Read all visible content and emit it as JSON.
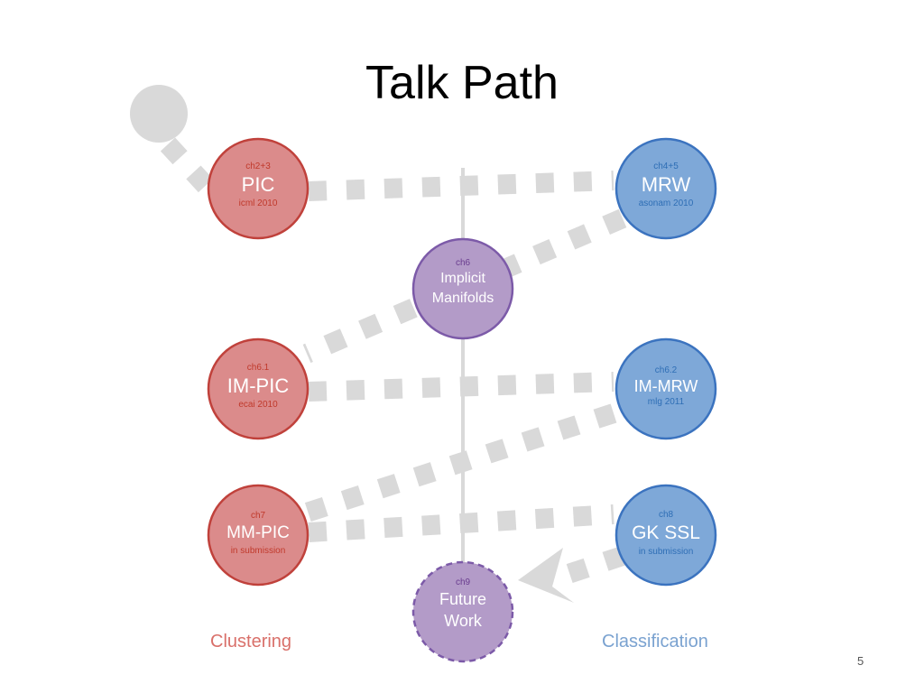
{
  "slide": {
    "title": "Talk Path",
    "page_number": "5",
    "clustering_label": "Clustering",
    "classification_label": "Classification"
  },
  "colors": {
    "red_fill": "#db8b8b",
    "red_stroke": "#c0413b",
    "blue_fill": "#7ea8d8",
    "blue_stroke": "#3b73bf",
    "purple_fill": "#b39bc8",
    "purple_stroke": "#7c5aa8",
    "path_gray": "#d9d9d9",
    "clustering_text": "#d9706a",
    "classification_text": "#7aa2d0"
  },
  "nodes": {
    "pic": {
      "chapter": "ch2+3",
      "name": "PIC",
      "venue": "icml 2010"
    },
    "mrw": {
      "chapter": "ch4+5",
      "name": "MRW",
      "venue": "asonam 2010"
    },
    "implicit": {
      "chapter": "ch6",
      "name_line1": "Implicit",
      "name_line2": "Manifolds"
    },
    "impic": {
      "chapter": "ch6.1",
      "name": "IM-PIC",
      "venue": "ecai 2010"
    },
    "immrw": {
      "chapter": "ch6.2",
      "name": "IM-MRW",
      "venue": "mlg 2011"
    },
    "mmpic": {
      "chapter": "ch7",
      "name": "MM-PIC",
      "venue": "in submission"
    },
    "gkssl": {
      "chapter": "ch8",
      "name": "GK SSL",
      "venue": "in submission"
    },
    "future": {
      "chapter": "ch9",
      "name_line1": "Future",
      "name_line2": "Work"
    }
  }
}
